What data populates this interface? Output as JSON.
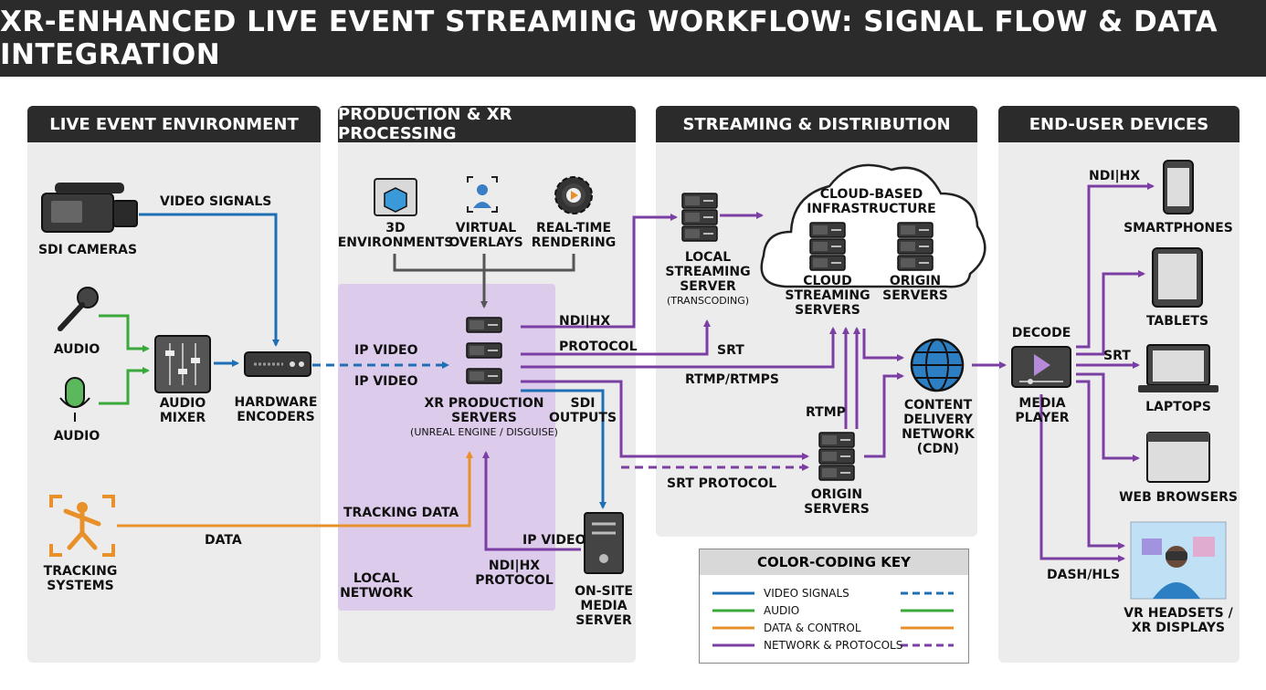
{
  "title": "XR-ENHANCED LIVE EVENT STREAMING WORKFLOW: SIGNAL FLOW & DATA INTEGRATION",
  "colors": {
    "video": "#1f6fb5",
    "audio": "#3aa93a",
    "data": "#e8902a",
    "network": "#7b3fa3",
    "local_network_zone": "#dcc8ec",
    "panel": "#ececec",
    "header": "#2b2b2b"
  },
  "panels": {
    "live_event": "LIVE EVENT ENVIRONMENT",
    "production": "PRODUCTION & XR PROCESSING",
    "streaming": "STREAMING & DISTRIBUTION",
    "end_user": "END-USER DEVICES"
  },
  "nodes": {
    "sdi_cameras": "SDI CAMERAS",
    "audio_1": "AUDIO",
    "audio_2": "AUDIO",
    "audio_mixer": [
      "AUDIO",
      "MIXER"
    ],
    "hardware_encoders": [
      "HARDWARE",
      "ENCODERS"
    ],
    "tracking_systems": [
      "TRACKING",
      "SYSTEMS"
    ],
    "environments_3d": [
      "3D",
      "ENVIRONMENTS"
    ],
    "virtual_overlays": [
      "VIRTUAL",
      "OVERLAYS"
    ],
    "realtime_rendering": [
      "REAL-TIME",
      "RENDERING"
    ],
    "xr_servers": [
      "XR PRODUCTION",
      "SERVERS"
    ],
    "xr_servers_sub": "(UNREAL ENGINE / DISGUISE)",
    "local_network": [
      "LOCAL",
      "NETWORK"
    ],
    "onsite_media_server": [
      "ON-SITE",
      "MEDIA",
      "SERVER"
    ],
    "local_streaming_server": [
      "LOCAL",
      "STREAMING",
      "SERVER"
    ],
    "local_streaming_server_sub": "(TRANSCODING)",
    "cloud_infrastructure": [
      "CLOUD-BASED",
      "INFRASTRUCTURE"
    ],
    "cloud_streaming_servers": [
      "CLOUD",
      "STREAMING",
      "SERVERS"
    ],
    "cloud_origin_servers": [
      "ORIGIN",
      "SERVERS"
    ],
    "origin_servers": [
      "ORIGIN",
      "SERVERS"
    ],
    "cdn": [
      "CONTENT",
      "DELIVERY",
      "NETWORK",
      "(CDN)"
    ],
    "media_player": [
      "MEDIA",
      "PLAYER"
    ],
    "decode": "DECODE",
    "smartphones": "SMARTPHONES",
    "tablets": "TABLETS",
    "laptops": "LAPTOPS",
    "web_browsers": "WEB BROWSERS",
    "vr_headsets": [
      "VR HEADSETS /",
      "XR DISPLAYS"
    ]
  },
  "edge_labels": {
    "video_signals": "VIDEO SIGNALS",
    "ip_video_1": "IP VIDEO",
    "ip_video_2": "IP VIDEO",
    "data": "DATA",
    "tracking_data": "TRACKING DATA",
    "ndi_hx_protocol": [
      "NDI|HX",
      "PROTOCOL"
    ],
    "srt_1": "SRT",
    "rtmp_rtmps": "RTMP/RTMPS",
    "sdi_outputs": [
      "SDI",
      "OUTPUTS"
    ],
    "srt_protocol": "SRT PROTOCOL",
    "rtmp": "RTMP",
    "ip_video_3": "IP VIDEO",
    "ndi_hx_protocol_2": [
      "NDI|HX",
      "PROTOCOL"
    ],
    "ndi_hx_devices": "NDI|HX",
    "srt_devices": "SRT",
    "dash_hls": "DASH/HLS"
  },
  "legend": {
    "title": "COLOR-CODING KEY",
    "items": [
      {
        "label": "VIDEO SIGNALS",
        "color": "#1f6fb5"
      },
      {
        "label": "AUDIO",
        "color": "#3aa93a"
      },
      {
        "label": "DATA & CONTROL",
        "color": "#e8902a"
      },
      {
        "label": "NETWORK & PROTOCOLS",
        "color": "#7b3fa3"
      }
    ]
  }
}
